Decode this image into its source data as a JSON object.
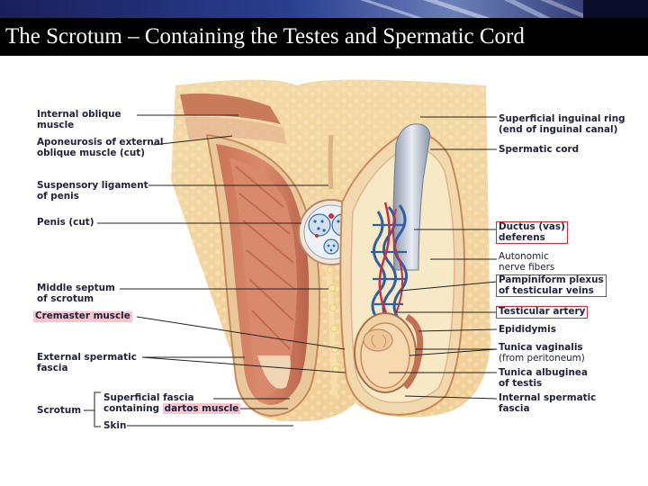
{
  "title": "The Scrotum – Containing the Testes and Spermatic Cord",
  "colors": {
    "title_bar": "#000000",
    "title_text": "#ffffff",
    "highlight_box": "#c8303c",
    "highlight_fill": "#f6c6cc",
    "label_text": "#20233a"
  },
  "labels": {
    "internal_oblique": "Internal oblique\nmuscle",
    "aponeurosis": "Aponeurosis of external\noblique muscle (cut)",
    "suspensory_ligament": "Suspensory ligament\nof penis",
    "penis": "Penis (cut)",
    "middle_septum": "Middle septum\nof scrotum",
    "cremaster": "Cremaster muscle",
    "external_spermatic": "External spermatic\nfascia",
    "scrotum": "Scrotum",
    "superficial_fascia_1": "Superficial fascia",
    "superficial_fascia_2": "containing",
    "dartos": "dartos muscle",
    "skin": "Skin",
    "superficial_inguinal_ring": "Superficial inguinal ring\n(end of inguinal canal)",
    "spermatic_cord": "Spermatic cord",
    "ductus_deferens": "Ductus (vas)\ndeferens",
    "autonomic": "Autonomic\nnerve fibers",
    "pampiniform": "Pampiniform plexus\nof testicular veins",
    "testicular_artery": "Testicular artery",
    "epididymis": "Epididymis",
    "tunica_vaginalis_1": "Tunica vaginalis",
    "tunica_vaginalis_2": "(from peritoneum)",
    "tunica_albuginea": "Tunica albuginea\nof testis",
    "internal_spermatic": "Internal spermatic\nfascia"
  }
}
